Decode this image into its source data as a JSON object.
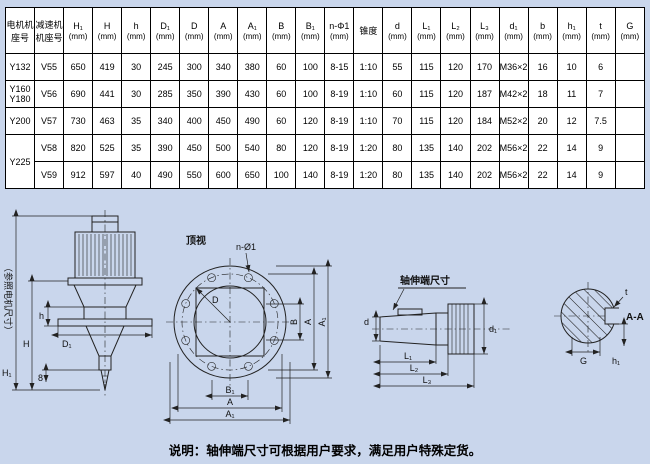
{
  "colors": {
    "background": "#c9d6ec",
    "table_background": "#ffffff",
    "line": "#222222",
    "text": "#000000"
  },
  "table": {
    "headers": [
      {
        "label": "电机机\n座号",
        "unit": ""
      },
      {
        "label": "减速机\n机座号",
        "unit": ""
      },
      {
        "label": "H₁",
        "unit": "(mm)"
      },
      {
        "label": "H",
        "unit": "(mm)"
      },
      {
        "label": "h",
        "unit": "(mm)"
      },
      {
        "label": "D₁",
        "unit": "(mm)"
      },
      {
        "label": "D",
        "unit": "(mm)"
      },
      {
        "label": "A",
        "unit": "(mm)"
      },
      {
        "label": "A₁",
        "unit": "(mm)"
      },
      {
        "label": "B",
        "unit": "(mm)"
      },
      {
        "label": "B₁",
        "unit": "(mm)"
      },
      {
        "label": "n-Φ1",
        "unit": "(mm)"
      },
      {
        "label": "锥度",
        "unit": ""
      },
      {
        "label": "d",
        "unit": "(mm)"
      },
      {
        "label": "L₁",
        "unit": "(mm)"
      },
      {
        "label": "L₂",
        "unit": "(mm)"
      },
      {
        "label": "L₃",
        "unit": "(mm)"
      },
      {
        "label": "d₁",
        "unit": "(mm)"
      },
      {
        "label": "b",
        "unit": "(mm)"
      },
      {
        "label": "h₁",
        "unit": "(mm)"
      },
      {
        "label": "t",
        "unit": "(mm)"
      },
      {
        "label": "G",
        "unit": "(mm)"
      }
    ],
    "rows": [
      [
        "Y132",
        "V55",
        "650",
        "419",
        "30",
        "245",
        "300",
        "340",
        "380",
        "60",
        "100",
        "8-15",
        "1:10",
        "55",
        "115",
        "120",
        "170",
        "M36×2",
        "16",
        "10",
        "6",
        ""
      ],
      [
        "Y160\nY180",
        "V56",
        "690",
        "441",
        "30",
        "285",
        "350",
        "390",
        "430",
        "60",
        "100",
        "8-19",
        "1:10",
        "60",
        "115",
        "120",
        "187",
        "M42×2",
        "18",
        "11",
        "7",
        ""
      ],
      [
        "Y200",
        "V57",
        "730",
        "463",
        "35",
        "340",
        "400",
        "450",
        "490",
        "60",
        "120",
        "8-19",
        "1:10",
        "70",
        "115",
        "120",
        "184",
        "M52×2",
        "20",
        "12",
        "7.5",
        ""
      ],
      [
        {
          "t": "Y225",
          "rowspan": 2
        },
        "V58",
        "820",
        "525",
        "35",
        "390",
        "450",
        "500",
        "540",
        "80",
        "120",
        "8-19",
        "1:20",
        "80",
        "135",
        "140",
        "202",
        "M56×2",
        "22",
        "14",
        "9",
        ""
      ],
      [
        "V59",
        "912",
        "597",
        "40",
        "490",
        "550",
        "600",
        "650",
        "100",
        "140",
        "8-19",
        "1:20",
        "80",
        "135",
        "140",
        "202",
        "M56×2",
        "22",
        "14",
        "9",
        ""
      ]
    ]
  },
  "drawings": {
    "motor_view": {
      "ref_note": "（参照电机尺寸）",
      "dim_H1": "H₁",
      "dim_H": "H",
      "dim_h": "h",
      "dim_8": "8",
      "dim_D1": "D₁"
    },
    "top_view": {
      "title": "顶视",
      "callout": "n-Ø1",
      "dim_D": "D",
      "dim_B": "B",
      "dim_B1": "B₁",
      "dim_A": "A",
      "dim_A1": "A₁"
    },
    "shaft_view": {
      "title": "轴伸端尺寸",
      "dim_d": "d",
      "dim_d1": "d₁",
      "dim_L1": "L₁",
      "dim_L2": "L₂",
      "dim_L3": "L₃"
    },
    "section_view": {
      "label": "A-A",
      "dim_t": "t",
      "dim_G": "G",
      "dim_h1": "h₁"
    }
  },
  "footer_note": "说明：轴伸端尺寸可根据用户要求，满足用户特殊定货。"
}
